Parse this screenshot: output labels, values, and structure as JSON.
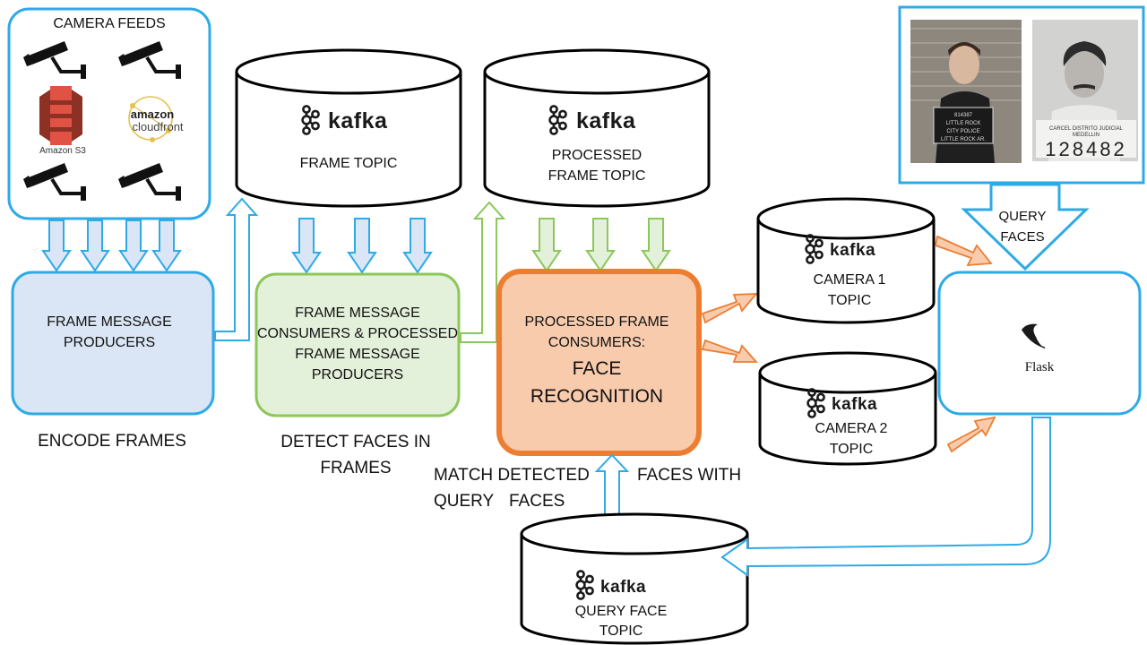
{
  "camera_feeds": {
    "title": "CAMERA FEEDS",
    "s3_label": "Amazon S3",
    "cloudfront_top": "amazon",
    "cloudfront_bottom": "cloudfront"
  },
  "producers": {
    "line1": "FRAME MESSAGE",
    "line2": "PRODUCERS"
  },
  "encode_caption": "ENCODE FRAMES",
  "frame_topic": {
    "logo": "kafka",
    "label": "FRAME TOPIC"
  },
  "processed_frame_topic": {
    "logo": "kafka",
    "line1": "PROCESSED",
    "line2": "FRAME TOPIC"
  },
  "consumers": {
    "line1": "FRAME MESSAGE",
    "line2": "CONSUMERS & PROCESSED",
    "line3": "FRAME MESSAGE",
    "line4": "PRODUCERS"
  },
  "detect_caption": {
    "line1": "DETECT FACES IN",
    "line2": "FRAMES"
  },
  "face_recognition": {
    "line1": "PROCESSED FRAME",
    "line2": "CONSUMERS:",
    "line3": "FACE",
    "line4": "RECOGNITION"
  },
  "match_caption": {
    "part1": "MATCH DETECTED",
    "part2": "FACES WITH",
    "part3": "QUERY",
    "part4": "FACES"
  },
  "camera1_topic": {
    "logo": "kafka",
    "line1": "CAMERA 1",
    "line2": "TOPIC"
  },
  "camera2_topic": {
    "logo": "kafka",
    "line1": "CAMERA 2",
    "line2": "TOPIC"
  },
  "query_face_topic": {
    "logo": "kafka",
    "line1": "QUERY FACE",
    "line2": "TOPIC"
  },
  "query_faces": {
    "line1": "QUERY",
    "line2": "FACES"
  },
  "flask": {
    "label": "Flask"
  },
  "mugshots": {
    "photo1": {
      "sign1": "814387",
      "sign2": "LITTLE ROCK",
      "sign3": "CITY POLICE",
      "sign4": "LITTLE ROCK AR."
    },
    "photo2": {
      "sign1": "CARCEL DISTRITO JUDICIAL",
      "sign2": "MEDELLIN",
      "sign3": "128482"
    }
  },
  "colors": {
    "blue": "#2eaae6",
    "green": "#8cc75a",
    "orange": "#ed7d31",
    "blue_fill": "#dae6f5",
    "green_fill": "#e3f0da",
    "orange_fill": "#f8cbad"
  }
}
